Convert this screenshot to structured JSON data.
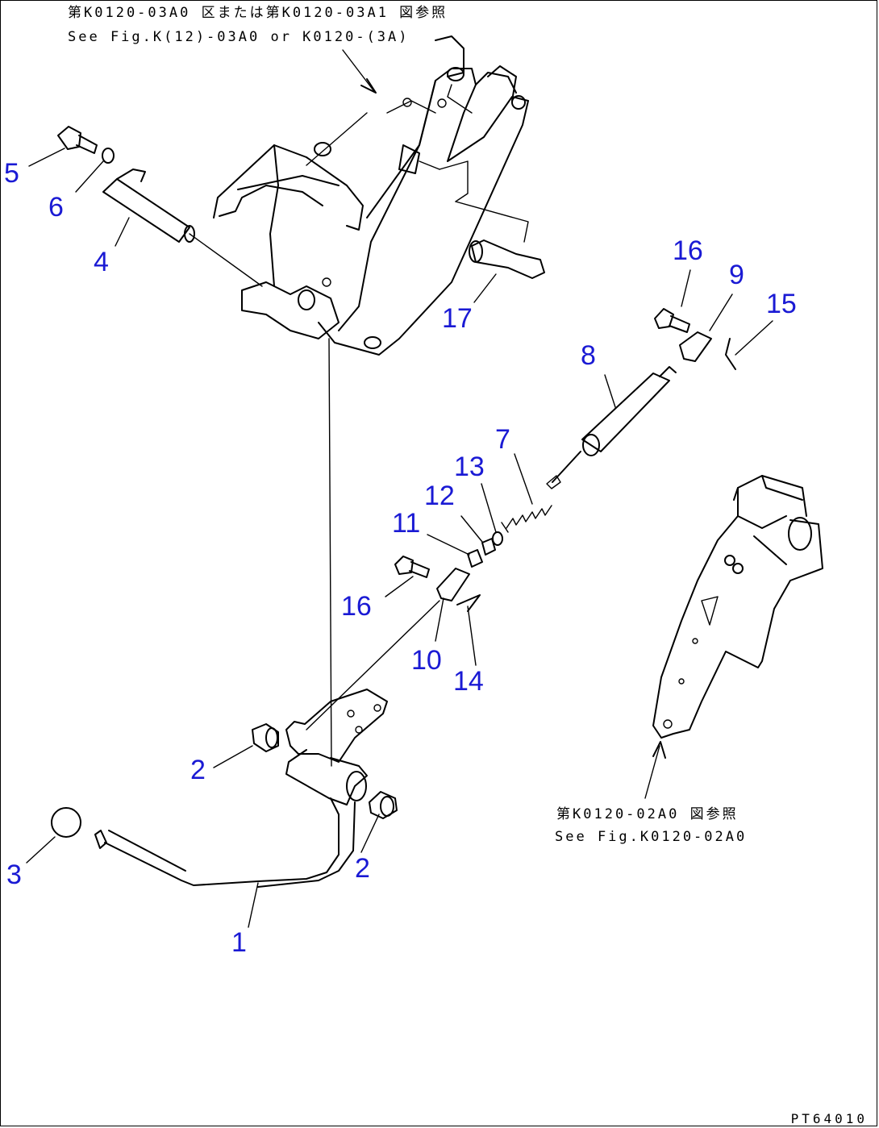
{
  "references": {
    "top_jp": "第K0120-03A0 区または第K0120-03A1 図参照",
    "top_en": "See Fig.K(12)-03A0 or K0120-(3A)",
    "right_jp": "第K0120-02A0 図参照",
    "right_en": "See Fig.K0120-02A0"
  },
  "callouts": [
    "1",
    "2",
    "2",
    "3",
    "4",
    "5",
    "6",
    "7",
    "8",
    "9",
    "10",
    "11",
    "12",
    "13",
    "14",
    "15",
    "16",
    "16",
    "17"
  ],
  "drawing_id": "PT64010",
  "colors": {
    "callout": "#1a1ad4",
    "line": "#000000"
  }
}
